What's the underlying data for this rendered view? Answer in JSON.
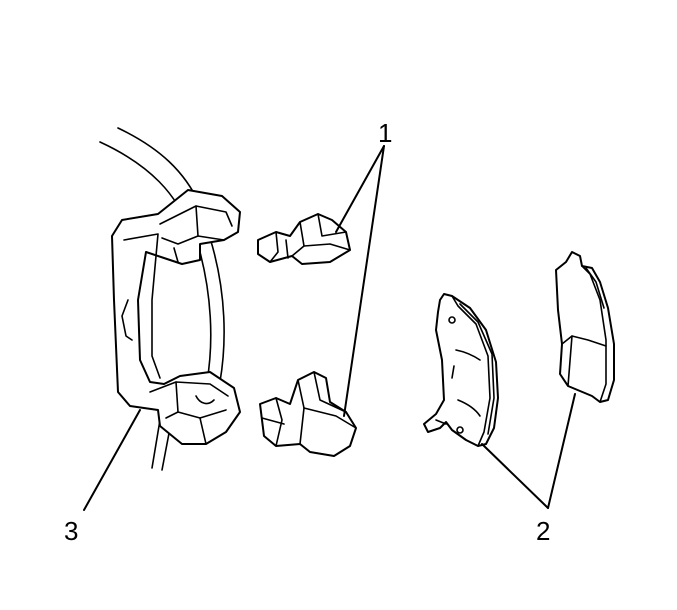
{
  "callouts": {
    "label_1": "1",
    "label_2": "2",
    "label_3": "3"
  }
}
